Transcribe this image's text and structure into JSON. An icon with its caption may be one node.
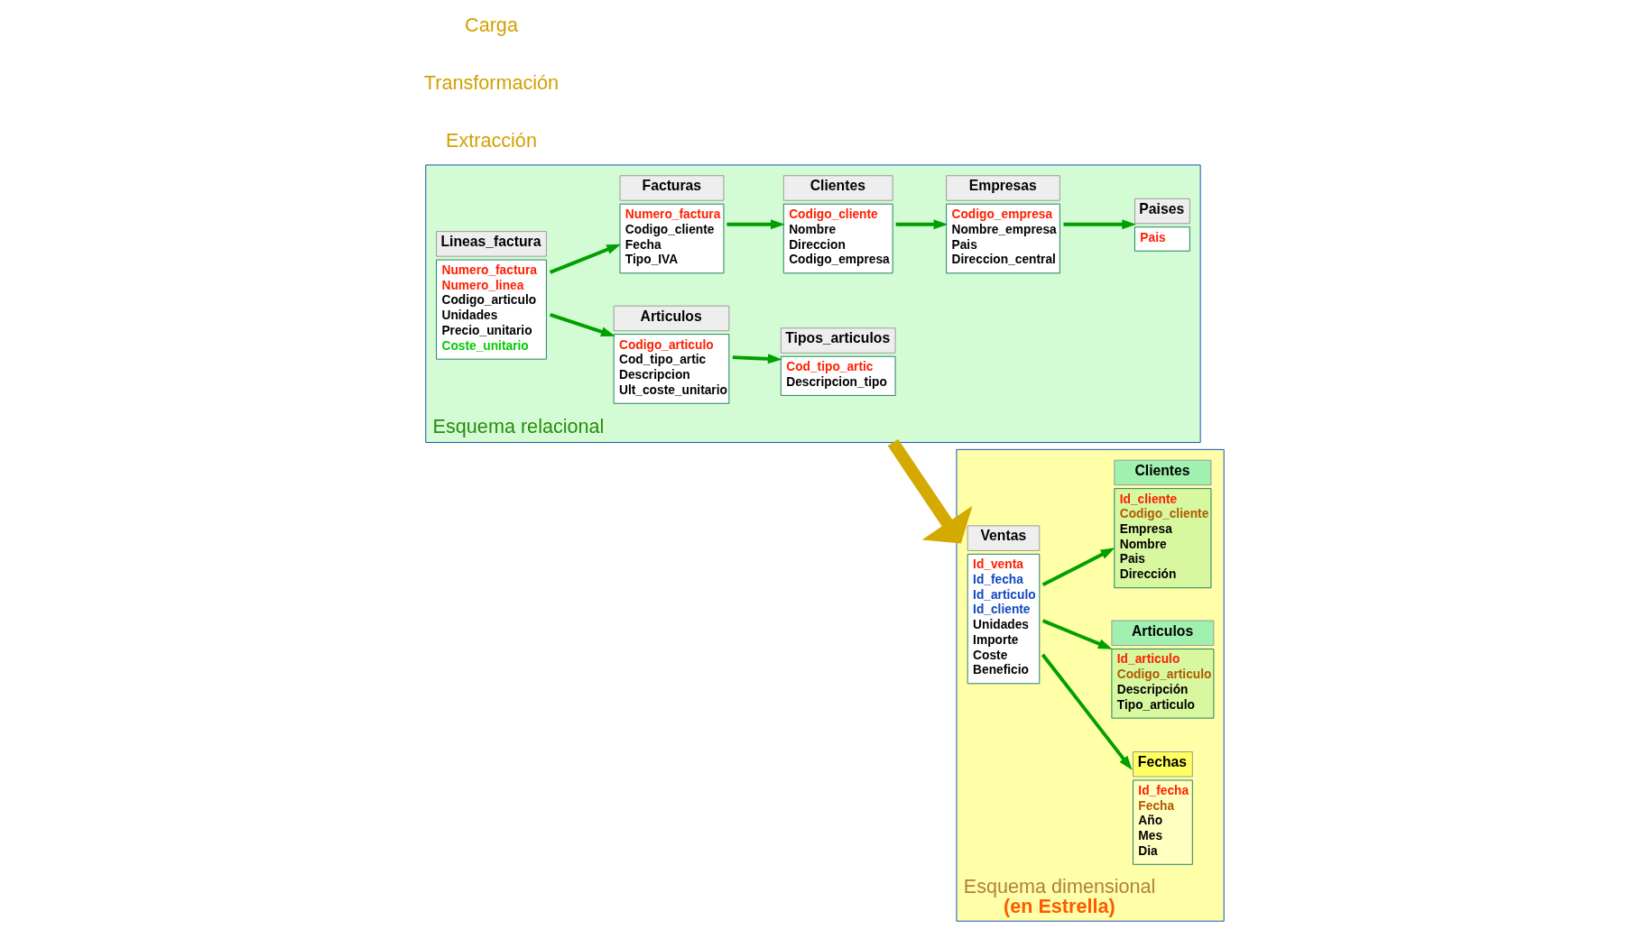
{
  "diagram": {
    "nodes": [
      {
        "text": [
          "Esquema relacional"
        ]
      },
      {
        "text": [
          "Clientes",
          "Codigo_cliente",
          "Nombre",
          "Direccion",
          "Codigo_empresa"
        ],
        "in": 0
      },
      {
        "text": [
          "Facturas",
          "Numero_factura",
          "Codigo_cliente",
          "Fecha",
          "Tipo_IVA"
        ],
        "in": 0
      },
      {
        "text": [
          "Lineas_factura",
          "Numero_factura",
          "Numero_linea",
          "Codigo_articulo",
          "Unidades",
          "Precio_unitario",
          "Coste_unitario"
        ],
        "in": 0
      },
      {
        "text": [
          "Articulos",
          "Codigo_articulo",
          "Cod_tipo_artic",
          "Descripcion",
          "Ult_coste_unitario"
        ],
        "in": 0
      },
      {
        "text": [
          "Empresas",
          "Codigo_empresa",
          "Nombre_empresa",
          "Pais",
          "Direccion_central"
        ],
        "in": 0
      },
      {
        "text": [
          "Paises",
          "Pais"
        ],
        "in": 0
      },
      {
        "text": [
          "Tipos_articulos",
          "Cod_tipo_artic",
          "Descripcion_tipo"
        ],
        "in": 0
      },
      {
        "text": [
          "Esquema dimensional",
          "(en Estrella)"
        ]
      },
      {
        "text": [
          "Fechas",
          "Id_fecha",
          "Fecha",
          "Año",
          "Mes",
          "Dia"
        ],
        "in": 8
      },
      {
        "text": [
          "Ventas",
          "Id_venta",
          "Id_fecha",
          "Id_articulo",
          "Id_cliente",
          "Unidades",
          "Importe",
          "Coste",
          "Beneficio"
        ],
        "in": 8
      },
      {
        "text": [
          "Articulos",
          "Id_articulo",
          "Codigo_articulo",
          "Descripción",
          "Tipo_articulo"
        ],
        "in": 8
      },
      {
        "text": [
          "Clientes",
          "Id_cliente",
          "Codigo_cliente",
          "Empresa",
          "Nombre",
          "Pais",
          "Dirección"
        ],
        "in": 8
      }
    ],
    "edges": [
      {
        "from": 2,
        "to": 1,
        "arrow": "to"
      },
      {
        "from": 3,
        "to": 2,
        "arrow": "to"
      },
      {
        "from": 3,
        "to": 4,
        "arrow": "to"
      },
      {
        "from": 1,
        "to": 5,
        "arrow": "to"
      },
      {
        "from": 5,
        "to": 6,
        "arrow": "to"
      },
      {
        "from": 4,
        "to": 7,
        "arrow": "to"
      },
      {
        "from": 0,
        "to": 8,
        "arrow": "to",
        "style": "thick",
        "color": "#d4aa00"
      },
      {
        "from": 10,
        "to": 9,
        "arrow": "to"
      },
      {
        "from": 10,
        "to": 11,
        "arrow": "to"
      },
      {
        "from": 10,
        "to": 12,
        "arrow": "to"
      }
    ],
    "labels": [
      "Extracción",
      "Transformación",
      "Carga"
    ]
  }
}
